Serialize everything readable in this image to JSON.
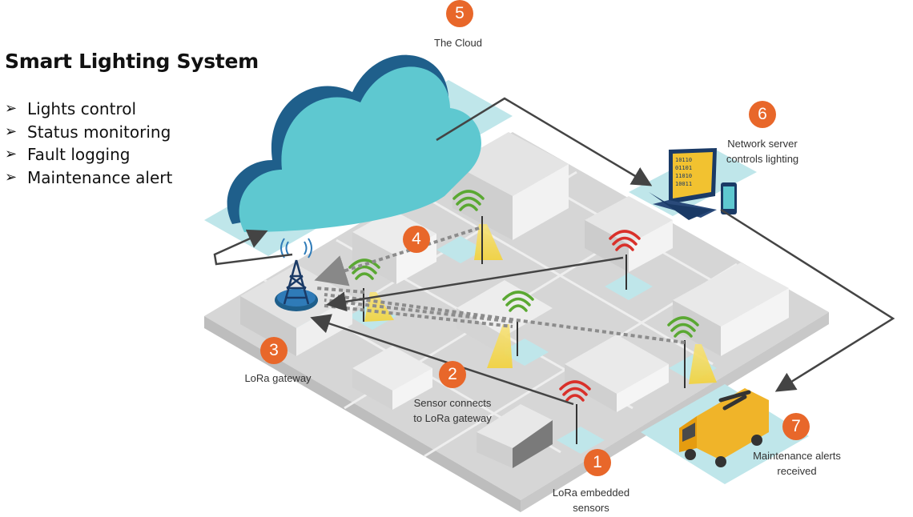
{
  "title": "Smart Lighting System",
  "features": [
    "Lights control",
    "Status monitoring",
    "Fault logging",
    "Maintenance alert"
  ],
  "steps": [
    {
      "num": "1",
      "caption_line1": "LoRa embedded",
      "caption_line2": "sensors"
    },
    {
      "num": "2",
      "caption_line1": "Sensor connects",
      "caption_line2": "to LoRa gateway"
    },
    {
      "num": "3",
      "caption_line1": "LoRa gateway",
      "caption_line2": ""
    },
    {
      "num": "4",
      "caption_line1": "",
      "caption_line2": ""
    },
    {
      "num": "5",
      "caption_line1": "The Cloud",
      "caption_line2": ""
    },
    {
      "num": "6",
      "caption_line1": "Network server",
      "caption_line2": "controls lighting"
    },
    {
      "num": "7",
      "caption_line1": "Maintenance alerts",
      "caption_line2": "received"
    }
  ],
  "icons": [
    "cloud-icon",
    "gateway-tower-icon",
    "laptop-icon",
    "phone-icon",
    "van-icon",
    "streetlight-icon",
    "wifi-signal-icon"
  ],
  "colors": {
    "badge": "#e8672a",
    "cloud_dark": "#1f5f8b",
    "cloud_light": "#5ec8d0",
    "teal_zone": "#bfe6ea",
    "wifi_green": "#5aa832",
    "wifi_red": "#d9302a",
    "light_cone": "#f3d23a",
    "van": "#f0b429",
    "arrow": "#444444"
  }
}
